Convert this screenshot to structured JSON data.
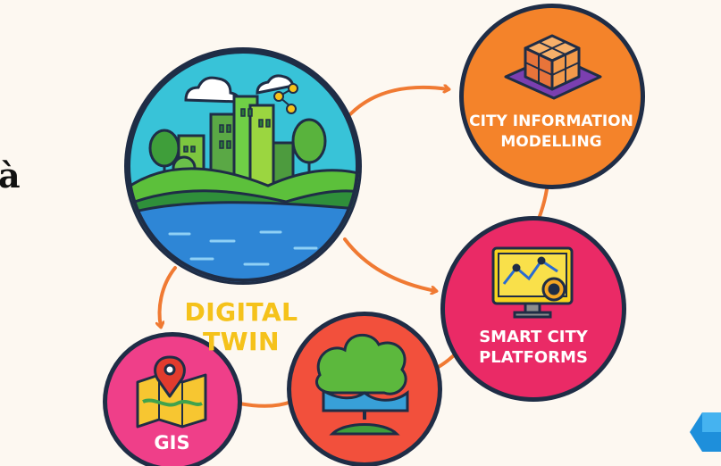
{
  "diagram": {
    "hub_label": [
      "DIGITAL",
      "TWIN"
    ],
    "nodes": [
      {
        "id": "cim",
        "label": [
          "CITY INFORMATION",
          "MODELLING"
        ],
        "color": "#f4832a",
        "icon": "cube-icon"
      },
      {
        "id": "scp",
        "label": [
          "SMART CITY",
          "PLATFORMS"
        ],
        "color": "#ea2a66",
        "icon": "dashboard-monitor-icon"
      },
      {
        "id": "env",
        "label": [],
        "color": "#f2503c",
        "icon": "tree-landscape-icon"
      },
      {
        "id": "gis",
        "label": [
          "GIS"
        ],
        "color": "#ef3f89",
        "icon": "map-pin-icon"
      }
    ],
    "side_glyph": "à",
    "colors": {
      "arrow": "#f07a33",
      "hub": "#2fc0d6",
      "label_yellow": "#f5c21b",
      "outline": "#1f2d46"
    }
  }
}
